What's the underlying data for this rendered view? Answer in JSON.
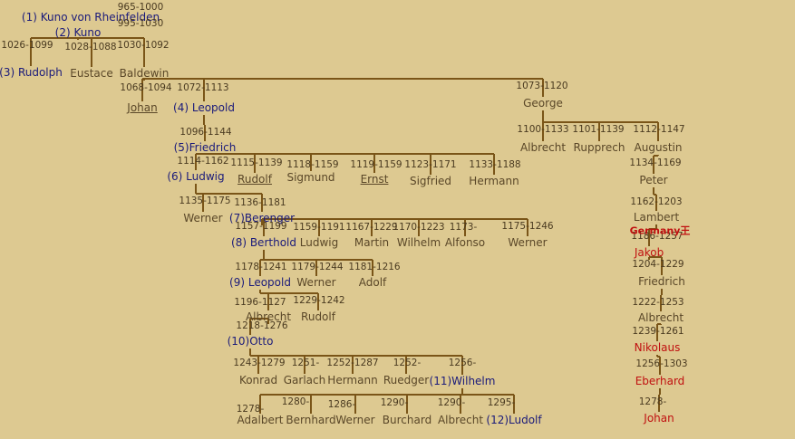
{
  "chart_data": {
    "type": "tree",
    "people": [
      {
        "id": "p1",
        "years": "965-1000",
        "name": "(1) Kuno von Rheinfelden",
        "style": "blue"
      },
      {
        "id": "p2",
        "years": "995-1030",
        "name": "(2) Kuno",
        "style": "blue"
      },
      {
        "id": "p3",
        "years": "1026-1099",
        "name": "(3) Rudolph",
        "style": "blue"
      },
      {
        "id": "p4",
        "years": "1028-1088",
        "name": "Eustace",
        "style": "normal"
      },
      {
        "id": "p5",
        "years": "1030-1092",
        "name": "Baldewin",
        "style": "normal"
      },
      {
        "id": "p6",
        "years": "1068-1094",
        "name": "Johan",
        "style": "underline"
      },
      {
        "id": "p7",
        "years": "1072-1113",
        "name": "(4) Leopold",
        "style": "blue"
      },
      {
        "id": "p8",
        "years": "1073-1120",
        "name": "George",
        "style": "normal"
      },
      {
        "id": "p9",
        "years": "1096-1144",
        "name": "(5)Friedrich",
        "style": "blue"
      },
      {
        "id": "p10",
        "years": "1100-1133",
        "name": "Albrecht",
        "style": "normal"
      },
      {
        "id": "p11",
        "years": "1101-1139",
        "name": "Rupprech",
        "style": "normal"
      },
      {
        "id": "p12",
        "years": "1112-1147",
        "name": "Augustin",
        "style": "normal"
      },
      {
        "id": "p13",
        "years": "1114-1162",
        "name": "(6) Ludwig",
        "style": "blue"
      },
      {
        "id": "p14",
        "years": "1115-1139",
        "name": "Rudolf",
        "style": "underline"
      },
      {
        "id": "p15",
        "years": "1118-1159",
        "name": "Sigmund",
        "style": "normal"
      },
      {
        "id": "p16",
        "years": "1119-1159",
        "name": "Ernst",
        "style": "underline"
      },
      {
        "id": "p17",
        "years": "1123-1171",
        "name": "Sigfried",
        "style": "normal"
      },
      {
        "id": "p18",
        "years": "1133-1188",
        "name": "Hermann",
        "style": "normal"
      },
      {
        "id": "p19",
        "years": "1134-1169",
        "name": "Peter",
        "style": "normal"
      },
      {
        "id": "p20",
        "years": "1135-1175",
        "name": "Werner",
        "style": "normal"
      },
      {
        "id": "p21",
        "years": "1136-1181",
        "name": "(7)Berenger",
        "style": "blue"
      },
      {
        "id": "p22",
        "years": "1162-1203",
        "name": "Lambert",
        "style": "normal"
      },
      {
        "id": "p23",
        "years": "1157-1199",
        "name": "(8) Berthold",
        "style": "blue"
      },
      {
        "id": "p24",
        "years": "1159-1191",
        "name": "Ludwig",
        "style": "normal"
      },
      {
        "id": "p25",
        "years": "1167-1229",
        "name": "Martin",
        "style": "normal"
      },
      {
        "id": "p26",
        "years": "1170-1223",
        "name": "Wilhelm",
        "style": "normal"
      },
      {
        "id": "p27",
        "years": "1173-",
        "name": "Alfonso",
        "style": "normal"
      },
      {
        "id": "p28",
        "years": "1175-1246",
        "name": "Werner",
        "style": "normal"
      },
      {
        "id": "p29",
        "years": "1186-1257",
        "name": "Jakob",
        "style": "red"
      },
      {
        "id": "p30",
        "years": "1178-1241",
        "name": "(9) Leopold",
        "style": "blue"
      },
      {
        "id": "p31",
        "years": "1179-1244",
        "name": "Werner",
        "style": "normal"
      },
      {
        "id": "p32",
        "years": "1181-1216",
        "name": "Adolf",
        "style": "normal"
      },
      {
        "id": "p33",
        "years": "1204-1229",
        "name": "Friedrich",
        "style": "normal"
      },
      {
        "id": "p34",
        "years": "1196-1127",
        "name": "Albrecht",
        "style": "normal"
      },
      {
        "id": "p35",
        "years": "1229-1242",
        "name": "Rudolf",
        "style": "normal"
      },
      {
        "id": "p36",
        "years": "1222-1253",
        "name": "Albrecht",
        "style": "normal"
      },
      {
        "id": "p37",
        "years": "1218-1276",
        "name": "(10)Otto",
        "style": "blue"
      },
      {
        "id": "p38",
        "years": "1239-1261",
        "name": "Nikolaus",
        "style": "red"
      },
      {
        "id": "p39",
        "years": "1243-1279",
        "name": "Konrad",
        "style": "normal"
      },
      {
        "id": "p40",
        "years": "1251-",
        "name": "Garlach",
        "style": "normal"
      },
      {
        "id": "p41",
        "years": "1252-1287",
        "name": "Hermann",
        "style": "normal"
      },
      {
        "id": "p42",
        "years": "1252-",
        "name": "Ruedger",
        "style": "normal"
      },
      {
        "id": "p43",
        "years": "1256-",
        "name": "(11)Wilhelm",
        "style": "blue"
      },
      {
        "id": "p44",
        "years": "1256-1303",
        "name": "Eberhard",
        "style": "red"
      },
      {
        "id": "p45",
        "years": "1278-",
        "name": "Adalbert",
        "style": "normal"
      },
      {
        "id": "p46",
        "years": "1280-",
        "name": "Bernhard",
        "style": "normal"
      },
      {
        "id": "p47",
        "years": "1286-",
        "name": "Werner",
        "style": "normal"
      },
      {
        "id": "p48",
        "years": "1290-",
        "name": "Burchard",
        "style": "normal"
      },
      {
        "id": "p49",
        "years": "1290-",
        "name": "Albrecht",
        "style": "normal"
      },
      {
        "id": "p50",
        "years": "1295-",
        "name": "(12)Ludolf",
        "style": "blue"
      },
      {
        "id": "p51",
        "years": "1278-",
        "name": "Johan",
        "style": "red"
      }
    ],
    "annotations": [
      {
        "id": "a1",
        "text": "Germany王",
        "style": "red-bold"
      }
    ],
    "edges": [
      [
        "p2",
        "p3"
      ],
      [
        "p2",
        "p4"
      ],
      [
        "p2",
        "p5"
      ],
      [
        "p5",
        "p6"
      ],
      [
        "p5",
        "p7"
      ],
      [
        "p5",
        "p8"
      ],
      [
        "p7",
        "p9"
      ],
      [
        "p8",
        "p10"
      ],
      [
        "p8",
        "p11"
      ],
      [
        "p8",
        "p12"
      ],
      [
        "p9",
        "p13"
      ],
      [
        "p9",
        "p14"
      ],
      [
        "p9",
        "p15"
      ],
      [
        "p9",
        "p16"
      ],
      [
        "p9",
        "p17"
      ],
      [
        "p9",
        "p18"
      ],
      [
        "p12",
        "p19"
      ],
      [
        "p13",
        "p20"
      ],
      [
        "p13",
        "p21"
      ],
      [
        "p19",
        "p22"
      ],
      [
        "p21",
        "p23"
      ],
      [
        "p21",
        "p24"
      ],
      [
        "p21",
        "p25"
      ],
      [
        "p21",
        "p26"
      ],
      [
        "p21",
        "p27"
      ],
      [
        "p21",
        "p28"
      ],
      [
        "p22",
        "p29"
      ],
      [
        "p23",
        "p30"
      ],
      [
        "p23",
        "p31"
      ],
      [
        "p23",
        "p32"
      ],
      [
        "p29",
        "p33"
      ],
      [
        "p30",
        "p34"
      ],
      [
        "p30",
        "p35"
      ],
      [
        "p33",
        "p36"
      ],
      [
        "p34",
        "p37"
      ],
      [
        "p36",
        "p38"
      ],
      [
        "p37",
        "p39"
      ],
      [
        "p37",
        "p40"
      ],
      [
        "p37",
        "p41"
      ],
      [
        "p37",
        "p42"
      ],
      [
        "p37",
        "p43"
      ],
      [
        "p38",
        "p44"
      ],
      [
        "p43",
        "p45"
      ],
      [
        "p43",
        "p46"
      ],
      [
        "p43",
        "p47"
      ],
      [
        "p43",
        "p48"
      ],
      [
        "p43",
        "p49"
      ],
      [
        "p43",
        "p50"
      ],
      [
        "p44",
        "p51"
      ]
    ]
  }
}
